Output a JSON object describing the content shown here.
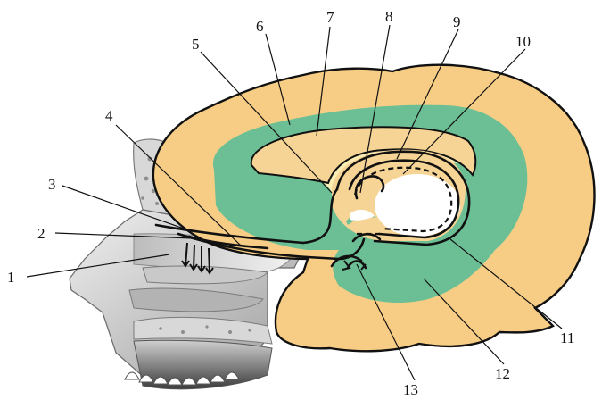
{
  "figure": {
    "colors": {
      "cortex_outer": "#f7cd85",
      "limbic_green": "#6cbf95",
      "inner_pale": "#fbeeb4",
      "inner_orange": "#f6d495",
      "ventricle": "#ffffff",
      "outline": "#111111",
      "head_gray_light": "#e4e4e4",
      "head_gray_mid": "#bdbdbd",
      "head_gray_dark": "#5a5a5a",
      "bone": "#d8d8d8",
      "tooth": "#ffffff"
    }
  },
  "callouts": [
    {
      "id": "1",
      "text": "1"
    },
    {
      "id": "2",
      "text": "2"
    },
    {
      "id": "3",
      "text": "3"
    },
    {
      "id": "4",
      "text": "4"
    },
    {
      "id": "5",
      "text": "5"
    },
    {
      "id": "6",
      "text": "6"
    },
    {
      "id": "7",
      "text": "7"
    },
    {
      "id": "8",
      "text": "8"
    },
    {
      "id": "9",
      "text": "9"
    },
    {
      "id": "10",
      "text": "10"
    },
    {
      "id": "11",
      "text": "11"
    },
    {
      "id": "12",
      "text": "12"
    },
    {
      "id": "13",
      "text": "13"
    }
  ]
}
